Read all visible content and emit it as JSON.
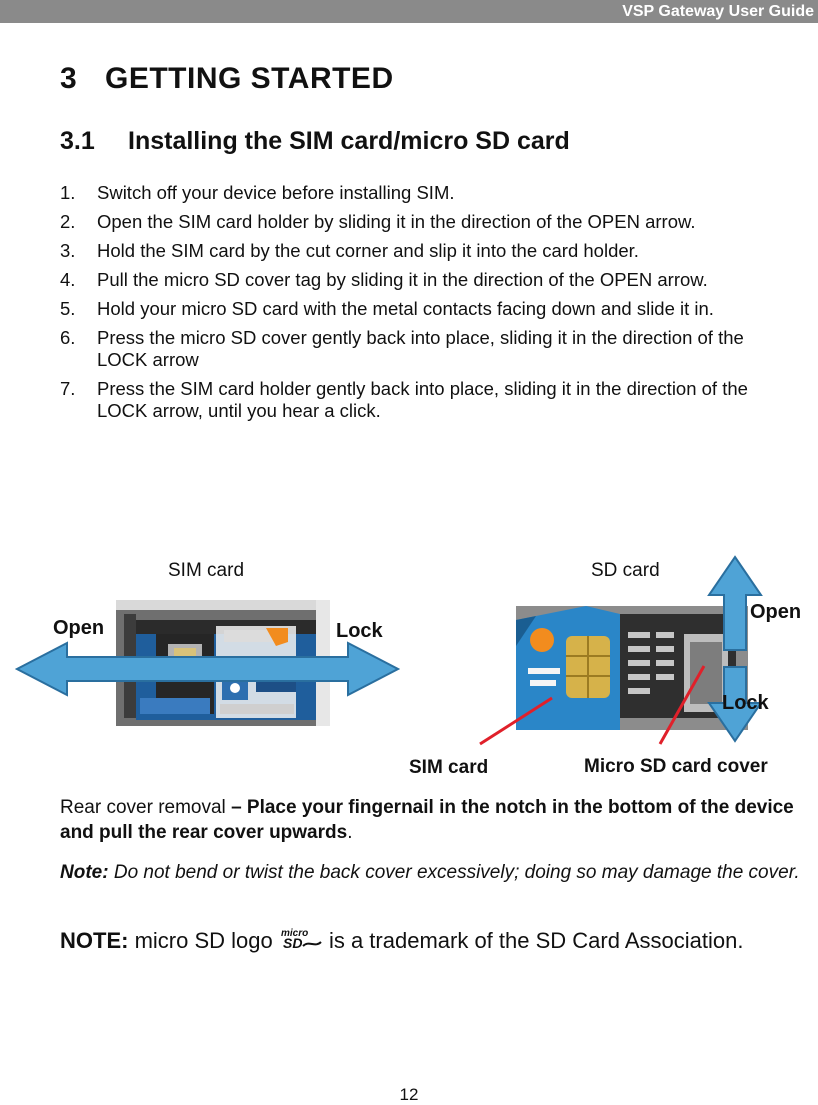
{
  "header": {
    "title": "VSP Gateway User Guide"
  },
  "chapter": {
    "number": "3",
    "title": "GETTING STARTED"
  },
  "section": {
    "number": "3.1",
    "title": "Installing the SIM card/micro SD card"
  },
  "steps": [
    {
      "n": "1.",
      "text": "Switch off your device before installing SIM."
    },
    {
      "n": "2.",
      "text": "Open the SIM card holder by sliding it in the direction of the OPEN arrow."
    },
    {
      "n": "3.",
      "text": "Hold the SIM card by the cut corner and slip it into the card holder."
    },
    {
      "n": "4.",
      "text": "Pull the micro SD cover tag by sliding it in the direction of the OPEN arrow."
    },
    {
      "n": "5.",
      "text": "Hold your micro SD card with the metal contacts facing down and slide it in."
    },
    {
      "n": "6.",
      "text": "Press the micro SD cover gently back into place, sliding it in the direction of the LOCK arrow"
    },
    {
      "n": "7.",
      "text": "Press the SIM card holder gently back into place, sliding it in the direction of the LOCK arrow, until you hear a click."
    }
  ],
  "figures": {
    "sim": {
      "caption": "SIM card",
      "open_label": "Open",
      "lock_label": "Lock"
    },
    "sd": {
      "caption": "SD card",
      "open_label": "Open",
      "lock_label": "Lock",
      "sim_card_label": "SIM card",
      "micro_sd_cover_label": "Micro SD card cover"
    },
    "arrow_color": "#4fa3d6",
    "callout_color": "#e0202a"
  },
  "rear_cover": {
    "lead": "Rear cover removal ",
    "instruction": "– Place your fingernail in the notch in the bottom of the device and pull the rear cover upwards",
    "end": "."
  },
  "note": {
    "label": "Note:",
    "text": " Do not bend or twist the back cover excessively; doing so may damage the cover."
  },
  "trademark": {
    "label": "NOTE:",
    "text_before": " micro SD logo ",
    "logo_text": "micro SD",
    "text_after": " is a trademark of the SD Card Association."
  },
  "page_number": "12"
}
